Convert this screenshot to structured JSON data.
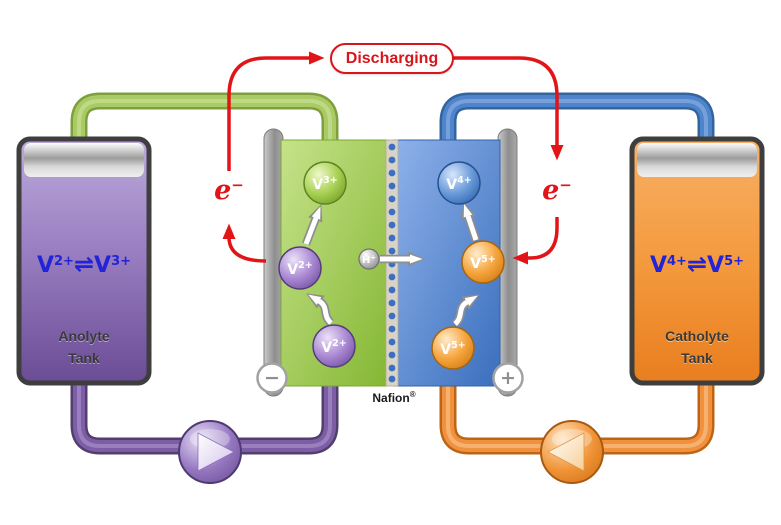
{
  "diagram": {
    "state_label": "Discharging",
    "electron_label": {
      "base": "e",
      "sup": "−"
    },
    "membrane": {
      "label_base": "Nafion",
      "label_sup": "®"
    },
    "anolyte_tank": {
      "formula": {
        "species1": "V",
        "charge1": "2+",
        "equilibrium": "⇌",
        "species2": "V",
        "charge2": "3+"
      },
      "label_line1": "Anolyte",
      "label_line2": "Tank"
    },
    "catholyte_tank": {
      "formula": {
        "species1": "V",
        "charge1": "4+",
        "equilibrium": "⇌",
        "species2": "V",
        "char2": "",
        "charge2": "5+"
      },
      "label_line1": "Catholyte",
      "label_line2": "Tank"
    },
    "negative_terminal_sign": "−",
    "positive_terminal_sign": "+",
    "anode_ions": [
      {
        "base": "V",
        "sup": "3+"
      },
      {
        "base": "V",
        "sup": "2+"
      },
      {
        "base": "V",
        "sup": "2+"
      }
    ],
    "cathode_ions": [
      {
        "base": "V",
        "sup": "4+"
      },
      {
        "base": "V",
        "sup": "5+"
      },
      {
        "base": "V",
        "sup": "5+"
      }
    ],
    "proton": {
      "base": "H",
      "sup": "+"
    },
    "colors": {
      "anolyte_purple": "#8a68b4",
      "catholyte_orange": "#f09238",
      "anode_green": "#9cc94e",
      "cathode_blue": "#4d82c8",
      "circuit_red": "#e21417",
      "formula_blue": "#2323d7",
      "electrode_gray": "#9e9e9e"
    }
  }
}
